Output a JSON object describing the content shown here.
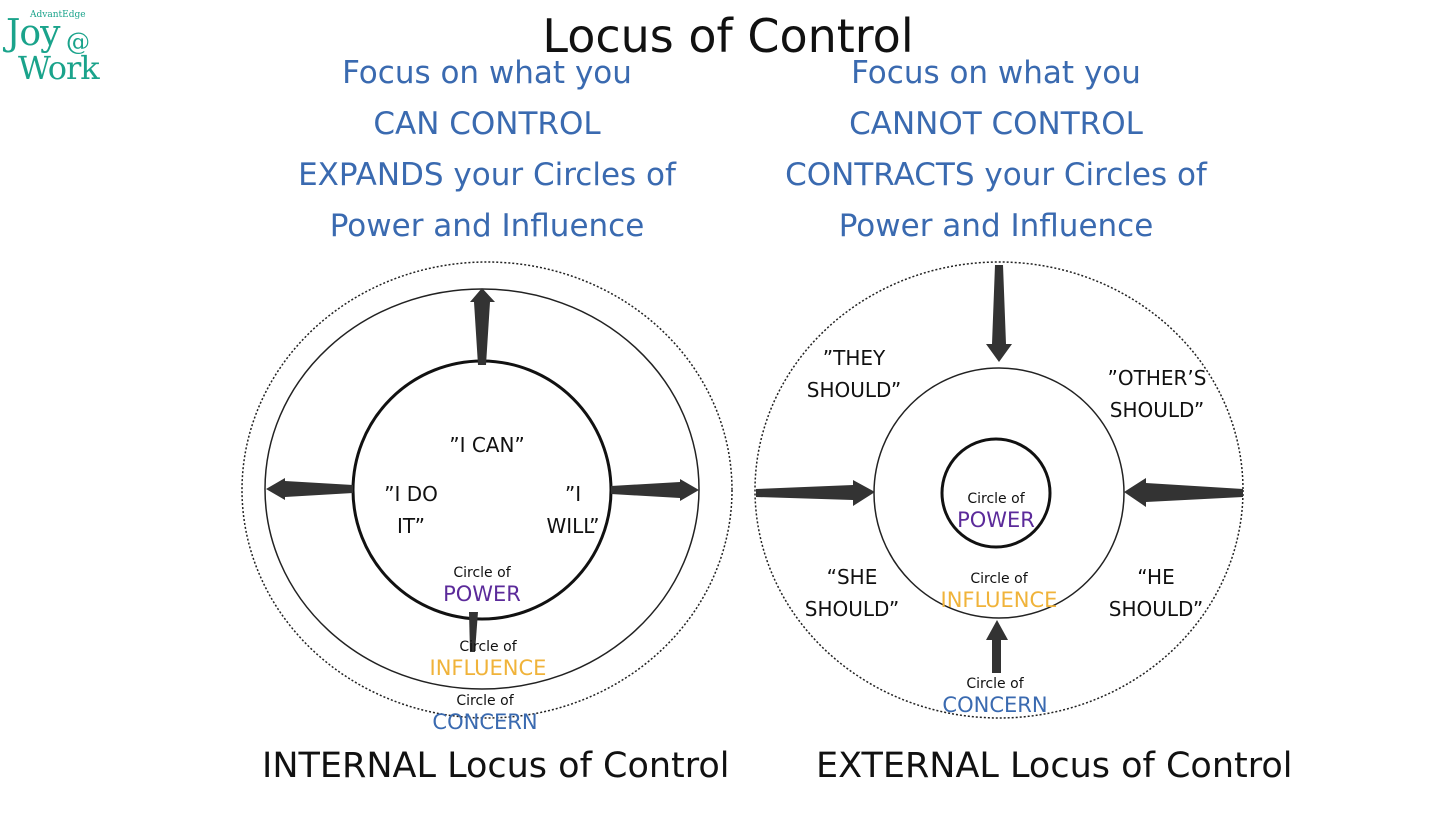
{
  "title": "Locus of Control",
  "logo": {
    "brand": "AdvantEdge",
    "line1": "Joy",
    "at": "@",
    "line2": "Work",
    "color": "#1aa38b"
  },
  "colors": {
    "text": "#111111",
    "heading": "#3a6ab0",
    "power": "#5b2a9a",
    "influence": "#f0b33a",
    "concern": "#3a6ab0",
    "arrow": "#333333"
  },
  "internal": {
    "heading": [
      "Focus on what you",
      "CAN CONTROL",
      "EXPANDS your Circles of",
      "Power and Influence"
    ],
    "labels": {
      "i_can": "”I CAN”",
      "i_do_it": "”I DO\nIT”",
      "i_will": "”I\nWILL”"
    },
    "circle_of": "Circle of",
    "power": "POWER",
    "influence": "INFLUENCE",
    "concern": "CONCERN",
    "caption": "INTERNAL Locus of Control"
  },
  "external": {
    "heading": [
      "Focus on what you",
      "CANNOT CONTROL",
      "CONTRACTS your Circles of",
      "Power and Influence"
    ],
    "labels": {
      "they_should": "”THEY\nSHOULD”",
      "others_should": "”OTHER’S\nSHOULD”",
      "she_should": "“SHE\nSHOULD”",
      "he_should": "“HE\nSHOULD”"
    },
    "circle_of": "Circle of",
    "power": "POWER",
    "influence": "INFLUENCE",
    "concern": "CONCERN",
    "caption": "EXTERNAL Locus of Control"
  }
}
